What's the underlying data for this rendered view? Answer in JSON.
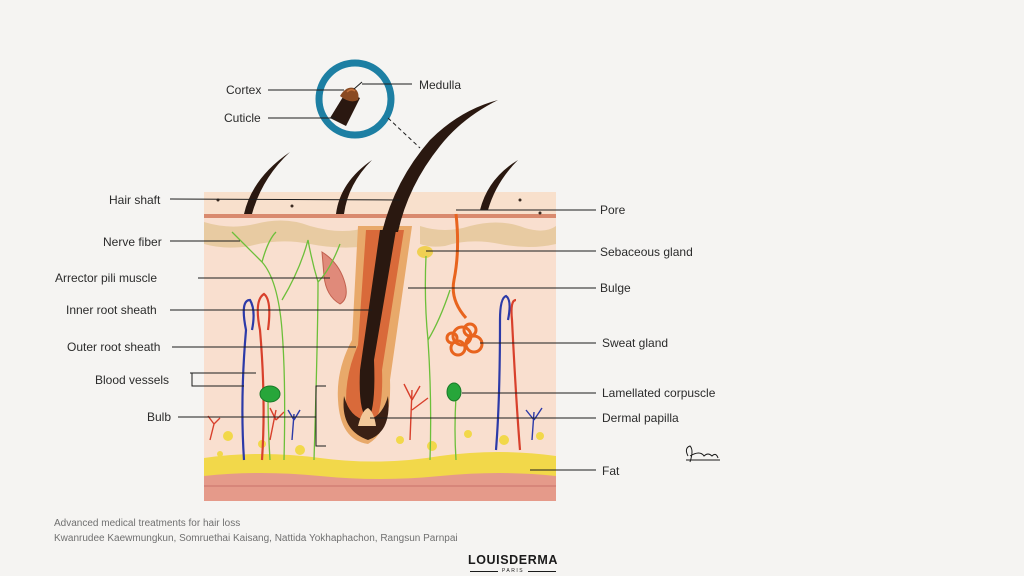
{
  "diagram": {
    "labels_left": {
      "cortex": "Cortex",
      "cuticle": "Cuticle",
      "hair_shaft": "Hair shaft",
      "nerve_fiber": "Nerve fiber",
      "arrector": "Arrector pili muscle",
      "inner_root": "Inner root sheath",
      "outer_root": "Outer root sheath",
      "blood_vessels": "Blood vessels",
      "bulb": "Bulb"
    },
    "labels_right": {
      "medulla": "Medulla",
      "pore": "Pore",
      "sebaceous": "Sebaceous gland",
      "bulge": "Bulge",
      "sweat": "Sweat gland",
      "lamellated": "Lamellated corpuscle",
      "dermal_papilla": "Dermal papilla",
      "fat": "Fat"
    },
    "colors": {
      "dermis": "#f9dfcf",
      "epidermis": "#e8cba2",
      "fat_layer": "#f2d84a",
      "muscle_layer": "#e59a8a",
      "hair": "#2a1810",
      "sweat_gland": "#e8641e",
      "vein": "#2c3aa8",
      "artery": "#d8402c",
      "nerve": "#6cbf3a",
      "corpuscle": "#27a63a",
      "lens_ring": "#1d7fa3"
    }
  },
  "credit": {
    "line1": "Advanced medical treatments for hair loss",
    "line2": "Kwanrudee Kaewmungkun, Somruethai Kaisang, Nattida Yokhaphachon, Rangsun Parnpai"
  },
  "brand": {
    "name": "LOUISDERMA",
    "sub": "PARIS"
  }
}
